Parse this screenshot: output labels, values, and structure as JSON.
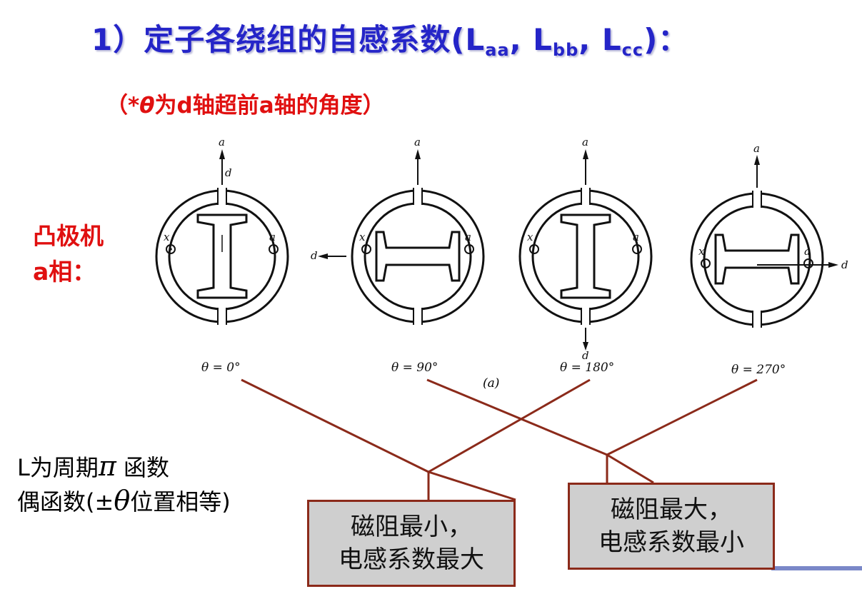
{
  "slide": {
    "title_prefix": "1）定子各绕组的自感系数(L",
    "title_sub1": "aa",
    "title_sep1": ", L",
    "title_sub2": "bb",
    "title_sep2": ", L",
    "title_sub3": "cc",
    "title_suffix": ")：",
    "subtitle_open": "（*",
    "subtitle_theta": "θ",
    "subtitle_rest": "为d轴超前a轴的角度）",
    "rotor_label_line1": "凸极机",
    "rotor_label_line2": "a相：",
    "note_line1_a": "L为周期",
    "note_line1_pi": "π",
    "note_line1_b": " 函数",
    "note_line2_a": "偶函数(±",
    "note_line2_theta": "θ",
    "note_line2_b": "位置相等)",
    "callout_left_line1": "磁阻最小，",
    "callout_left_line2": "电感系数最大",
    "callout_right_line1": "磁阻最大，",
    "callout_right_line2": "电感系数最小"
  },
  "figure": {
    "captions": [
      "θ = 0°",
      "θ = 90°",
      "θ = 180°",
      "θ = 270°"
    ],
    "sub_caption": "(a)",
    "axis_a": "a",
    "axis_d": "d",
    "winding_x": "x"
  },
  "colors": {
    "title": "#2525c8",
    "highlight": "#e01010",
    "connector": "#8b2a1a",
    "callout_fill": "#cfcfcf"
  }
}
